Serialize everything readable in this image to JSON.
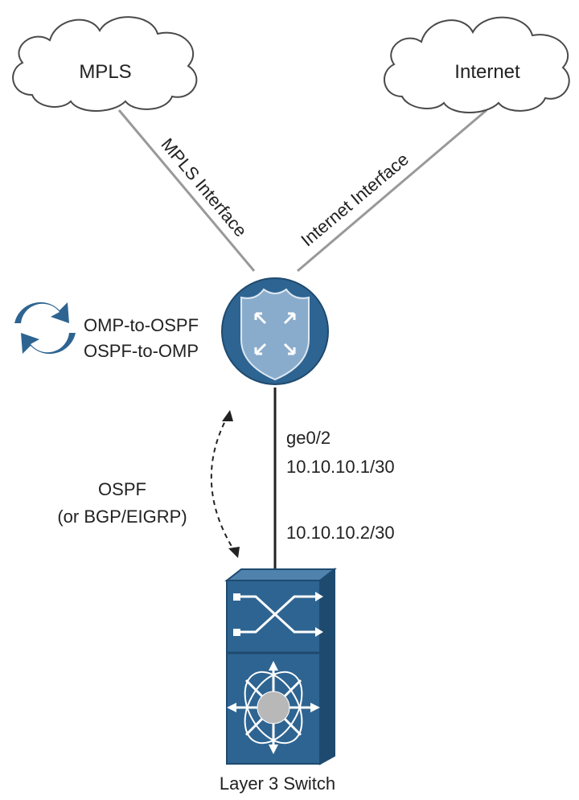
{
  "clouds": {
    "mpls": "MPLS",
    "internet": "Internet"
  },
  "links": {
    "mpls_interface": "MPLS Interface",
    "internet_interface": "Internet Interface"
  },
  "redistribution": {
    "line1": "OMP-to-OSPF",
    "line2": "OSPF-to-OMP"
  },
  "routing_protocol": {
    "line1": "OSPF",
    "line2": "(or BGP/EIGRP)"
  },
  "router_link": {
    "interface": "ge0/2",
    "router_ip": "10.10.10.1/30",
    "switch_ip": "10.10.10.2/30"
  },
  "devices": {
    "switch_label": "Layer 3 Switch"
  },
  "colors": {
    "device_blue": "#2e6491",
    "device_dark": "#1f4a6f",
    "wan_link": "#999999",
    "lan_link": "#222222"
  }
}
